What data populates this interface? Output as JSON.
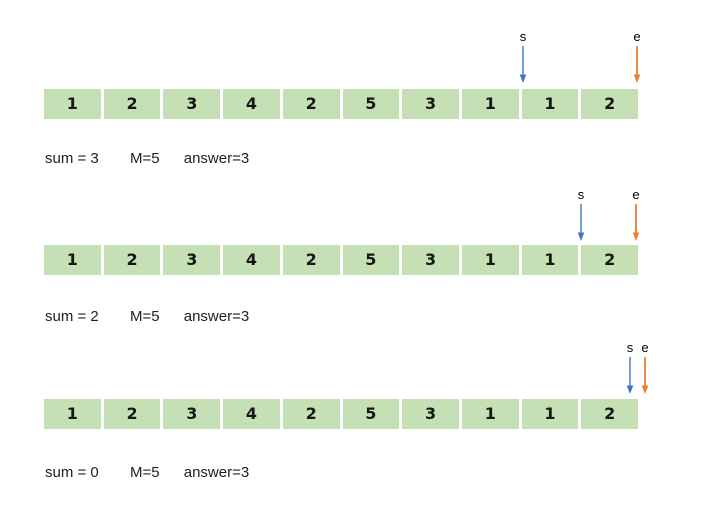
{
  "pointers": {
    "s_label": "s",
    "e_label": "e"
  },
  "array_values": [
    "1",
    "2",
    "3",
    "4",
    "2",
    "5",
    "3",
    "1",
    "1",
    "2"
  ],
  "rows": [
    {
      "sum": "sum = 3",
      "m": "M=5",
      "answer": "answer=3"
    },
    {
      "sum": "sum = 2",
      "m": "M=5",
      "answer": "answer=3"
    },
    {
      "sum": "sum = 0",
      "m": "M=5",
      "answer": "answer=3"
    }
  ],
  "colors": {
    "cell_green": "#c5e0b4",
    "s_arrow": "#4472c4",
    "e_arrow": "#ed7d31"
  }
}
